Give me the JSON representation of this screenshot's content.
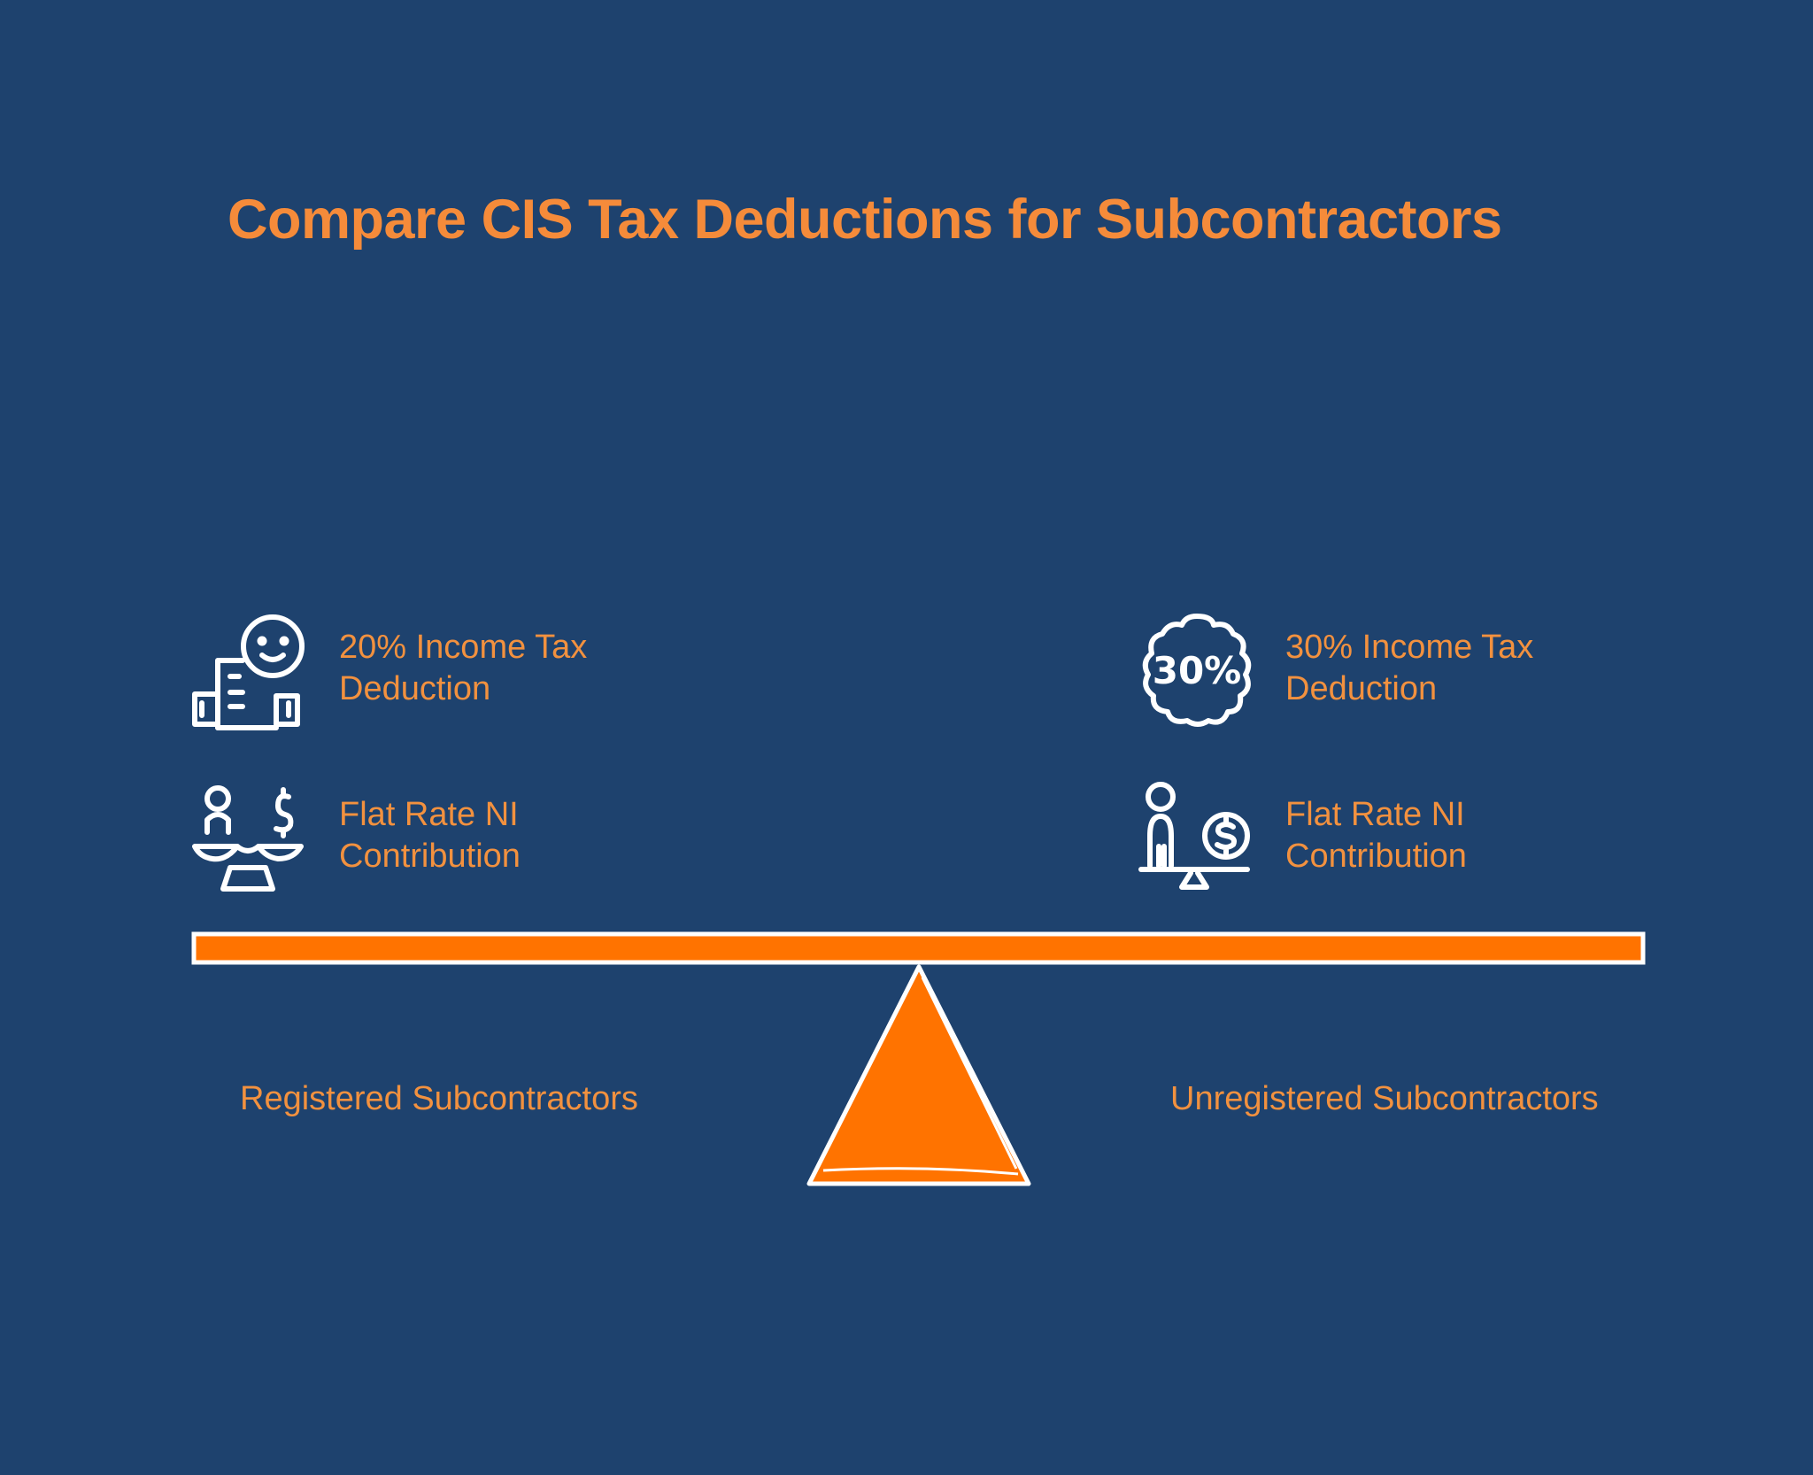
{
  "title": "Compare CIS Tax Deductions for Subcontractors",
  "left": {
    "label": "Registered Subcontractors",
    "items": [
      {
        "icon": "building-smiley-icon",
        "text": "20% Income Tax Deduction"
      },
      {
        "icon": "scale-person-dollar-icon",
        "text": "Flat Rate NI Contribution"
      }
    ]
  },
  "right": {
    "label": "Unregistered Subcontractors",
    "items": [
      {
        "icon": "percent-badge-icon",
        "text": "30% Income Tax Deduction",
        "badge": "30%"
      },
      {
        "icon": "seesaw-person-coin-icon",
        "text": "Flat Rate NI Contribution"
      }
    ]
  },
  "colors": {
    "background": "#1e426e",
    "accent": "#ff7300",
    "text": "#f2913f"
  }
}
